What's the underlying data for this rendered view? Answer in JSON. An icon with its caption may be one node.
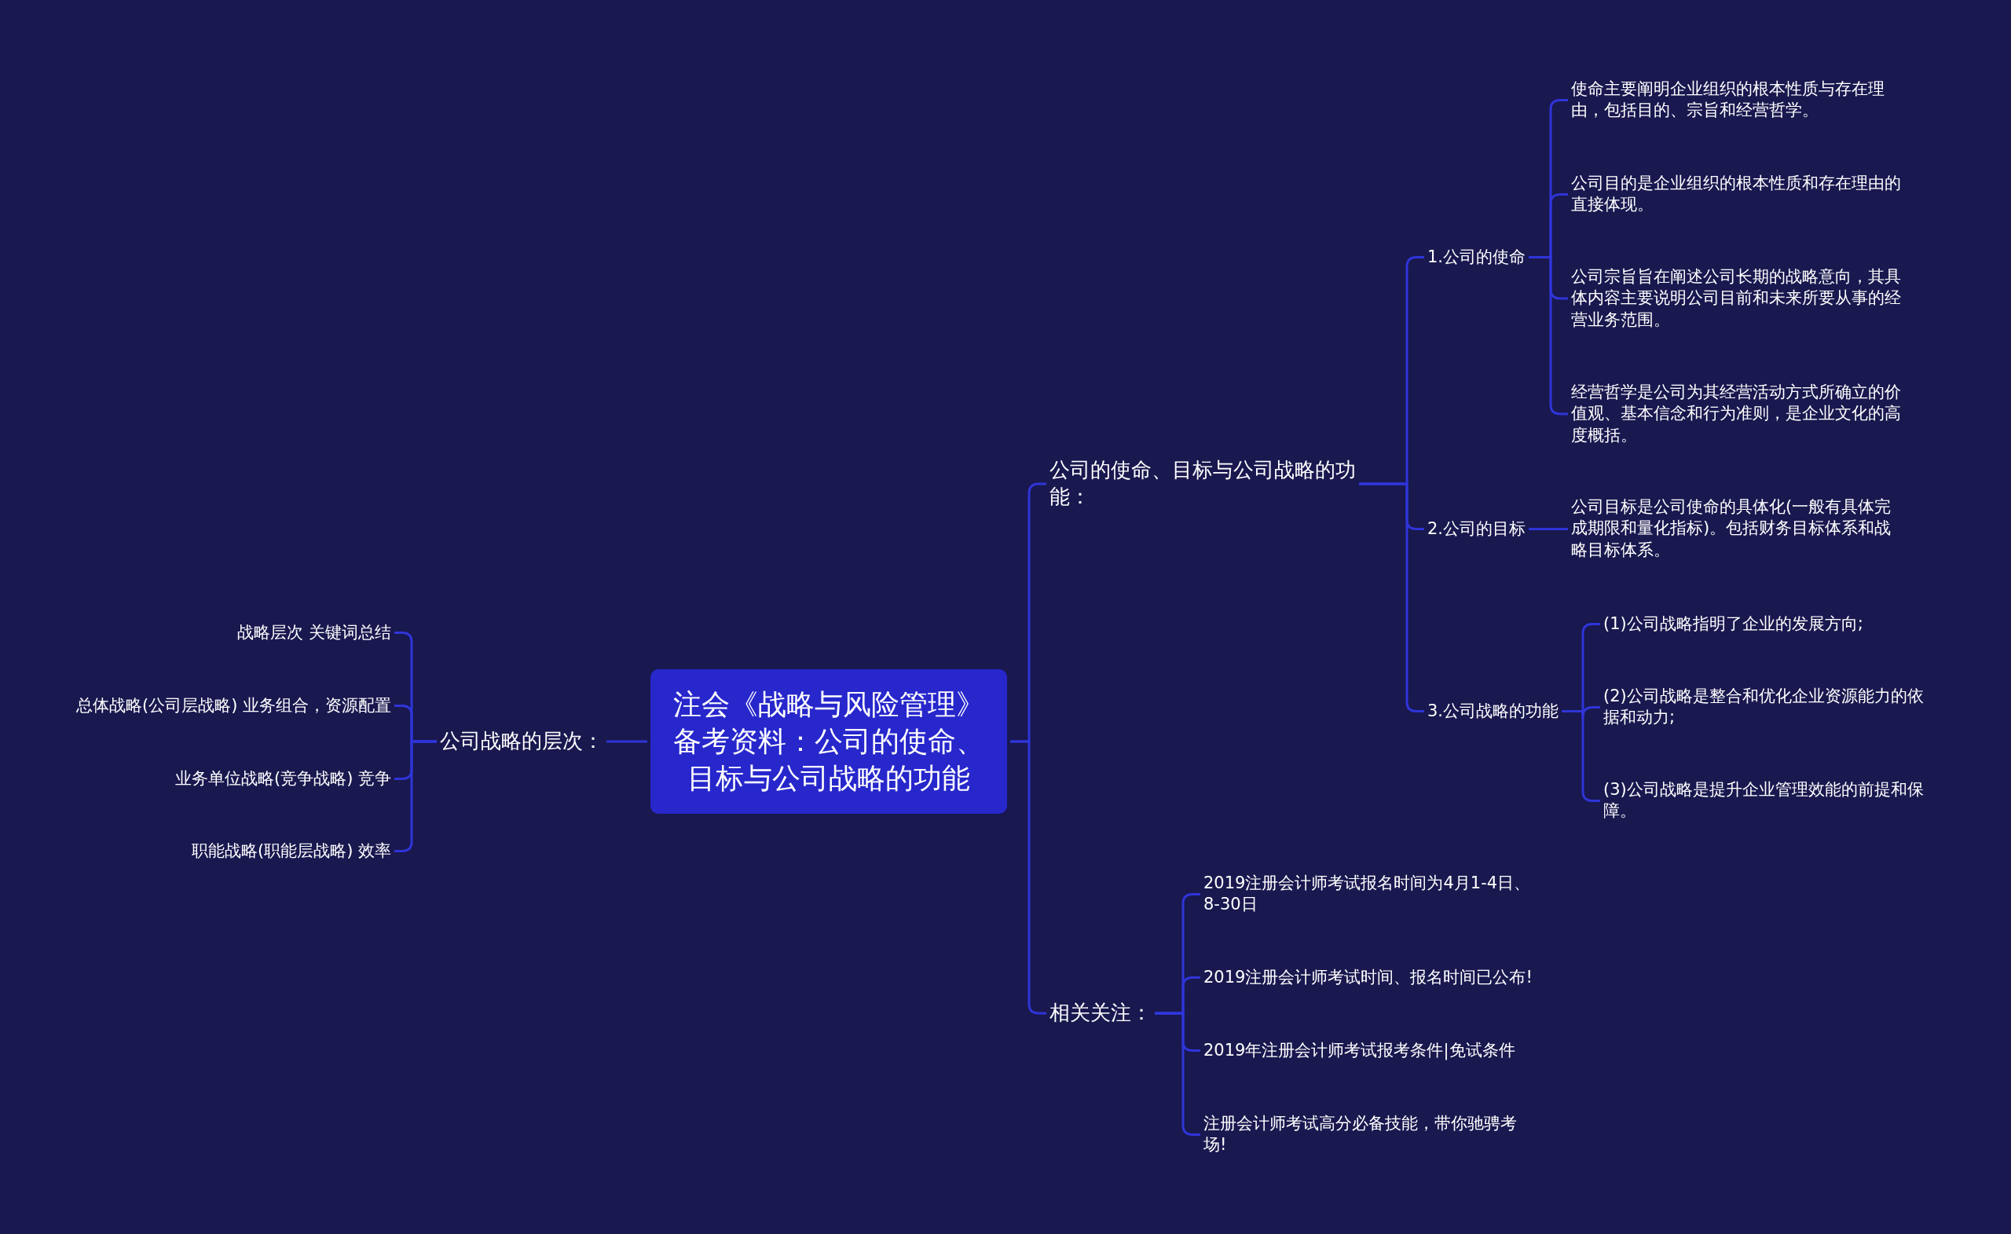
{
  "diagram": {
    "nodes": [
      {
        "text": [
          "注会《战略与风险管理》备考资料：公司的使命、目标与公司战略的功能"
        ]
      },
      {
        "text": [
          "公司战略的层次："
        ]
      },
      {
        "text": [
          "战略层次 关键词总结"
        ]
      },
      {
        "text": [
          "总体战略(公司层战略) 业务组合，资源配置"
        ]
      },
      {
        "text": [
          "业务单位战略(竞争战略) 竞争"
        ]
      },
      {
        "text": [
          "职能战略(职能层战略) 效率"
        ]
      },
      {
        "text": [
          "公司的使命、目标与公司战略的功能："
        ]
      },
      {
        "text": [
          "1.公司的使命"
        ]
      },
      {
        "text": [
          "使命主要阐明企业组织的根本性质与存在理由，包括目的、宗旨和经营哲学。"
        ]
      },
      {
        "text": [
          "公司目的是企业组织的根本性质和存在理由的直接体现。"
        ]
      },
      {
        "text": [
          "公司宗旨旨在阐述公司长期的战略意向，其具体内容主要说明公司目前和未来所要从事的经营业务范围。"
        ]
      },
      {
        "text": [
          "经营哲学是公司为其经营活动方式所确立的价值观、基本信念和行为准则，是企业文化的高度概括。"
        ]
      },
      {
        "text": [
          "2.公司的目标"
        ]
      },
      {
        "text": [
          "公司目标是公司使命的具体化(一般有具体完成期限和量化指标)。包括财务目标体系和战略目标体系。"
        ]
      },
      {
        "text": [
          "3.公司战略的功能"
        ]
      },
      {
        "text": [
          "(1)公司战略指明了企业的发展方向;"
        ]
      },
      {
        "text": [
          "(2)公司战略是整合和优化企业资源能力的依据和动力;"
        ]
      },
      {
        "text": [
          "(3)公司战略是提升企业管理效能的前提和保障。"
        ]
      },
      {
        "text": [
          "相关关注："
        ]
      },
      {
        "text": [
          "2019注册会计师考试报名时间为4月1-4日、8-30日"
        ]
      },
      {
        "text": [
          "2019注册会计师考试时间、报名时间已公布!"
        ]
      },
      {
        "text": [
          "2019年注册会计师考试报考条件|免试条件"
        ]
      },
      {
        "text": [
          "注册会计师考试高分必备技能，带你驰骋考场!"
        ]
      }
    ],
    "edges": [
      {
        "from": 0,
        "to": 1,
        "arrow": "none"
      },
      {
        "from": 1,
        "to": 2,
        "arrow": "none"
      },
      {
        "from": 1,
        "to": 3,
        "arrow": "none"
      },
      {
        "from": 1,
        "to": 4,
        "arrow": "none"
      },
      {
        "from": 1,
        "to": 5,
        "arrow": "none"
      },
      {
        "from": 0,
        "to": 6,
        "arrow": "none"
      },
      {
        "from": 6,
        "to": 7,
        "arrow": "none"
      },
      {
        "from": 7,
        "to": 8,
        "arrow": "none"
      },
      {
        "from": 7,
        "to": 9,
        "arrow": "none"
      },
      {
        "from": 7,
        "to": 10,
        "arrow": "none"
      },
      {
        "from": 7,
        "to": 11,
        "arrow": "none"
      },
      {
        "from": 6,
        "to": 12,
        "arrow": "none"
      },
      {
        "from": 12,
        "to": 13,
        "arrow": "none"
      },
      {
        "from": 6,
        "to": 14,
        "arrow": "none"
      },
      {
        "from": 14,
        "to": 15,
        "arrow": "none"
      },
      {
        "from": 14,
        "to": 16,
        "arrow": "none"
      },
      {
        "from": 14,
        "to": 17,
        "arrow": "none"
      },
      {
        "from": 0,
        "to": 18,
        "arrow": "none"
      },
      {
        "from": 18,
        "to": 19,
        "arrow": "none"
      },
      {
        "from": 18,
        "to": 20,
        "arrow": "none"
      },
      {
        "from": 18,
        "to": 21,
        "arrow": "none"
      },
      {
        "from": 18,
        "to": 22,
        "arrow": "none"
      }
    ]
  }
}
